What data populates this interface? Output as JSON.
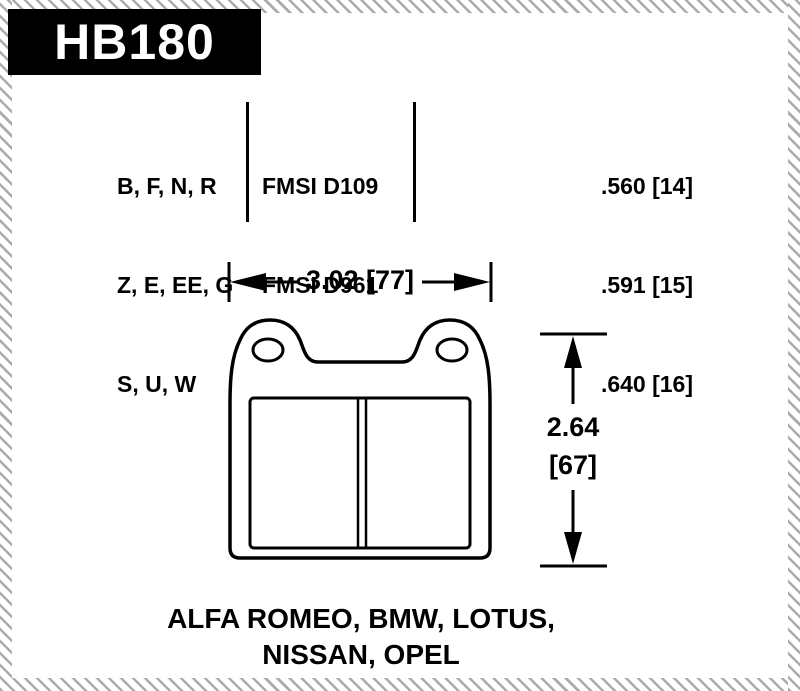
{
  "colors": {
    "ink": "#000000",
    "background": "#ffffff",
    "border_stripe": "#ababab",
    "part_box_bg": "#000000",
    "part_box_text": "#ffffff"
  },
  "header": {
    "part_number": "HB180"
  },
  "spec_table": {
    "compound_rows": [
      "B, F, N, R",
      "Z, E, EE, G",
      "S, U, W"
    ],
    "fmsi_rows": [
      "FMSI D109",
      "FMSI D961"
    ],
    "pad_thickness_rows": [
      ".560 [14]",
      ".591 [15]",
      ".640 [16]"
    ]
  },
  "dimensions": {
    "width_label": "3.02 [77]",
    "height_label_in": "2.64",
    "height_label_mm": "[67]"
  },
  "applications": {
    "line1": "ALFA ROMEO, BMW, LOTUS,",
    "line2": "NISSAN, OPEL"
  }
}
